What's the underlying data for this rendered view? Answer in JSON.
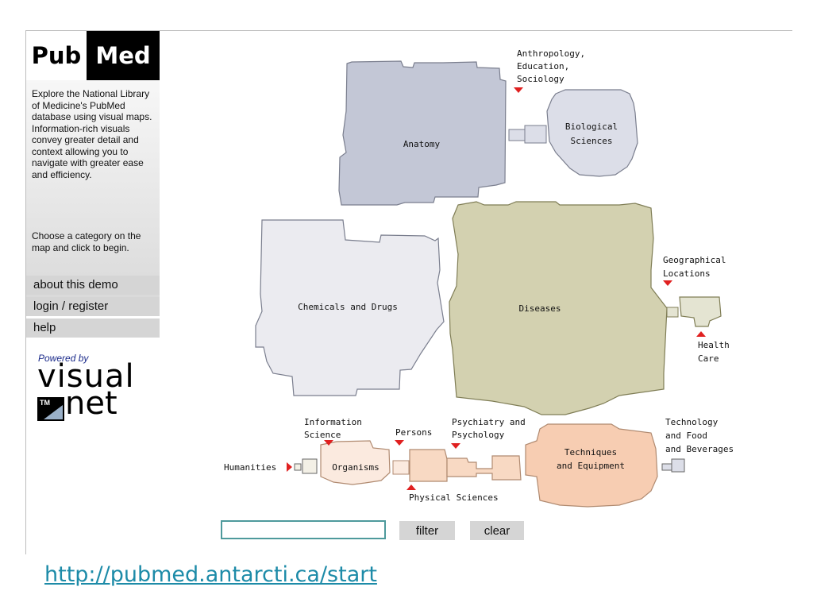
{
  "logo": {
    "left": "Pub",
    "right": "Med"
  },
  "intro": {
    "paragraph1": "Explore the National Library of Medicine's PubMed database using visual maps. Information-rich visuals convey greater detail and context allowing you to navigate with greater ease and efficiency.",
    "paragraph2": "Choose a category on the map and click to begin."
  },
  "menu": {
    "about": "about this demo",
    "login": "login / register",
    "help": "help"
  },
  "powered_by": {
    "label": "Powered by",
    "brand_top": "visual",
    "brand_bottom": "net",
    "tm": "TM"
  },
  "regions": {
    "anatomy": "Anatomy",
    "biological_sciences_1": "Biological",
    "biological_sciences_2": "Sciences",
    "chemicals_and_drugs": "Chemicals and Drugs",
    "diseases": "Diseases",
    "organisms": "Organisms",
    "techniques_1": "Techniques",
    "techniques_2": "and Equipment"
  },
  "labels": {
    "anthropology_1": "Anthropology,",
    "anthropology_2": "Education,",
    "anthropology_3": "Sociology",
    "geographical_1": "Geographical",
    "geographical_2": "Locations",
    "health_care_1": "Health",
    "health_care_2": "Care",
    "information_science_1": "Information",
    "information_science_2": "Science",
    "persons": "Persons",
    "psychiatry_1": "Psychiatry and",
    "psychiatry_2": "Psychology",
    "humanities": "Humanities",
    "physical_sciences": "Physical Sciences",
    "technology_1": "Technology",
    "technology_2": "and Food",
    "technology_3": "and Beverages"
  },
  "search": {
    "value": "",
    "filter_label": "filter",
    "clear_label": "clear"
  },
  "url": "http://pubmed.antarcti.ca/start",
  "colors": {
    "anatomy": "#c3c7d6",
    "biological": "#dcdee8",
    "chemicals": "#ebebf0",
    "diseases": "#d3d1b0",
    "small_olive": "#e4e4d2",
    "peach_light": "#fbeadf",
    "peach": "#f8d9c3",
    "techniques": "#f7cdb2",
    "marker": "#e02020",
    "link": "#1d8ba8"
  }
}
